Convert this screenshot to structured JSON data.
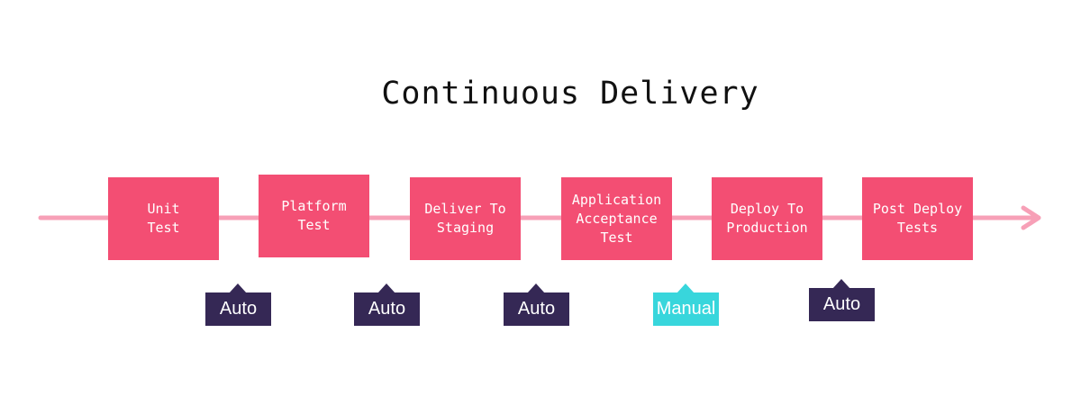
{
  "title": "Continuous Delivery",
  "colors": {
    "stage": "#f34e73",
    "arrow": "#f7a0b7",
    "auto_gate": "#352855",
    "manual_gate": "#38d6dc"
  },
  "stages": [
    {
      "label": "Unit\nTest"
    },
    {
      "label": "Platform\nTest"
    },
    {
      "label": "Deliver To\nStaging"
    },
    {
      "label": "Application\nAcceptance\nTest"
    },
    {
      "label": "Deploy To\nProduction"
    },
    {
      "label": "Post Deploy\nTests"
    }
  ],
  "gates": [
    {
      "label": "Auto",
      "kind": "auto"
    },
    {
      "label": "Auto",
      "kind": "auto"
    },
    {
      "label": "Auto",
      "kind": "auto"
    },
    {
      "label": "Manual",
      "kind": "manual"
    },
    {
      "label": "Auto",
      "kind": "auto"
    }
  ]
}
